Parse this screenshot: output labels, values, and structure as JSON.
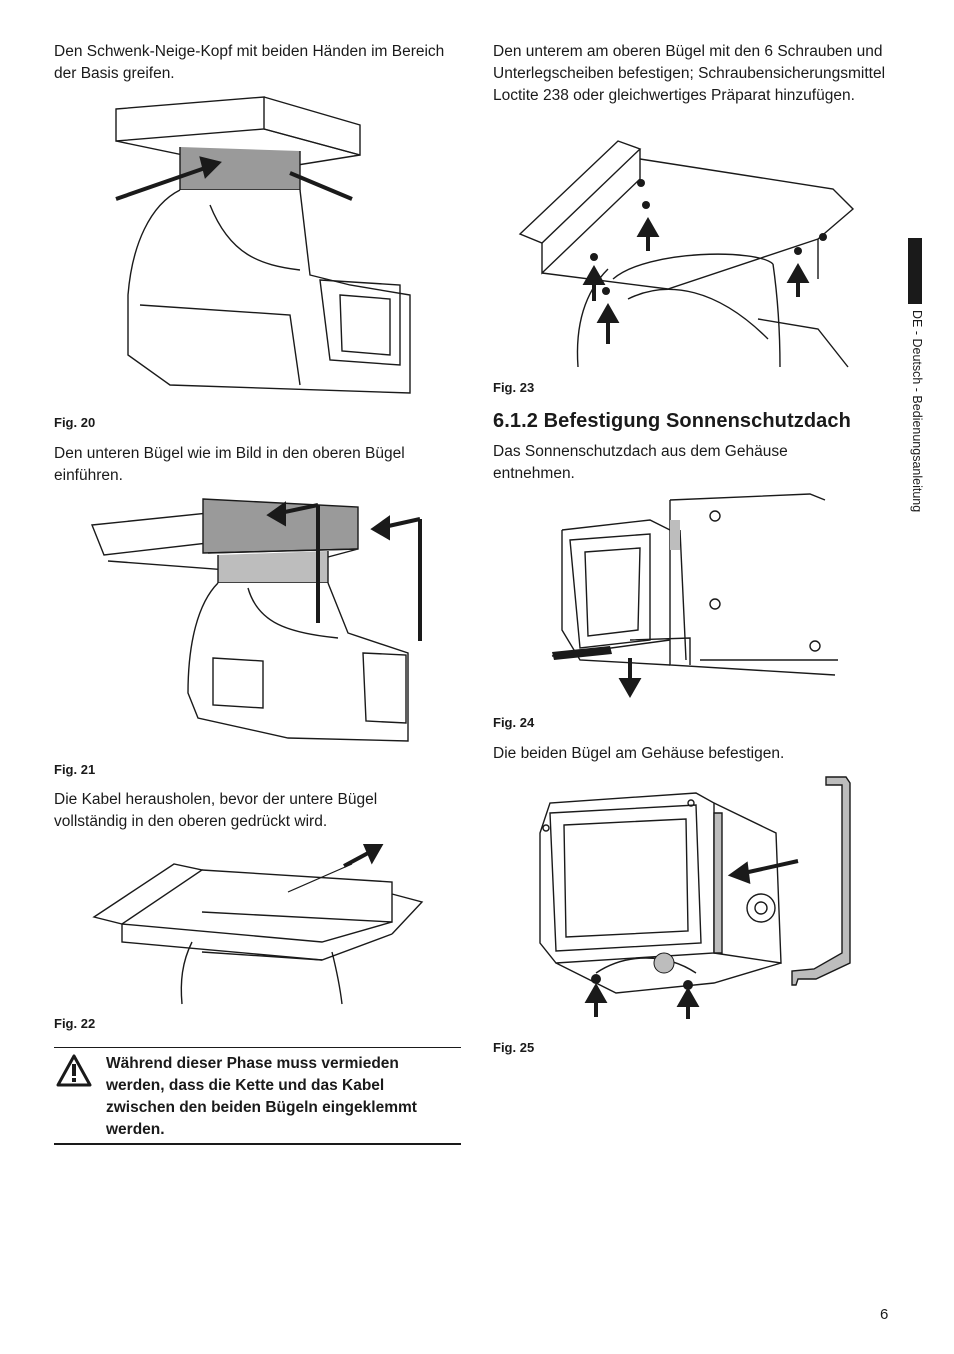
{
  "side_tab": {
    "label": "DE - Deutsch - Bedienungsanleitung"
  },
  "left": {
    "p1": "Den Schwenk-Neige-Kopf mit beiden Händen im Bereich der Basis greifen.",
    "fig20": "Fig. 20",
    "p2": "Den unteren Bügel wie im Bild in den oberen Bügel einführen.",
    "fig21": "Fig. 21",
    "p3": "Die Kabel herausholen, bevor der untere Bügel vollständig in den oberen gedrückt wird.",
    "fig22": "Fig. 22",
    "warning": "Während dieser Phase muss vermieden werden, dass die Kette und das Kabel zwischen den beiden Bügeln eingeklemmt werden."
  },
  "right": {
    "p1": "Den unterem am oberen Bügel mit den 6 Schrauben und Unterlegscheiben befestigen; Schraubensicherungsmittel Loctite 238 oder gleichwertiges Präparat hinzufügen.",
    "fig23": "Fig. 23",
    "heading": "6.1.2  Befestigung Sonnenschutzdach",
    "p2": "Das Sonnenschutzdach aus dem Gehäuse entnehmen.",
    "fig24": "Fig. 24",
    "p3": "Die beiden Bügel am Gehäuse befestigen.",
    "fig25": "Fig. 25"
  },
  "page_number": "6"
}
